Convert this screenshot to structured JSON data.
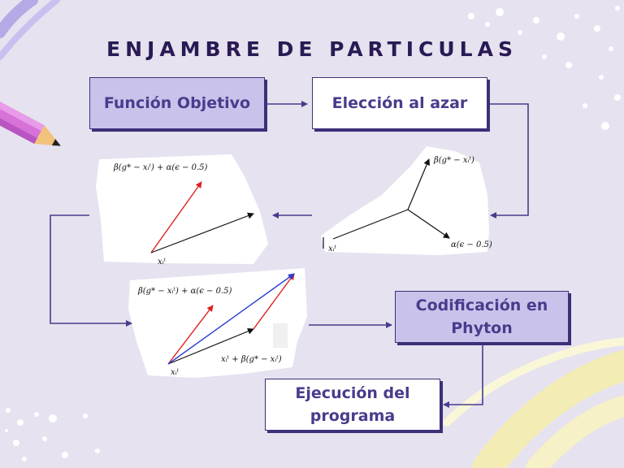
{
  "title": "ENJAMBRE DE PARTICULAS",
  "boxes": {
    "funcion_objetivo": "Función Objetivo",
    "eleccion_azar": "Elección al azar",
    "codificacion_line1": "Codificación en",
    "codificacion_line2": "Phyton",
    "ejecucion_line1": "Ejecución del",
    "ejecucion_line2": "programa"
  },
  "figures": {
    "fig1": {
      "label_top": "β(g* − xᵢᵗ) + α(ϵ − 0.5)",
      "label_origin": "xᵢᵗ"
    },
    "fig2": {
      "label_beta": "β(g* − xᵢᵗ)",
      "label_alpha": "α(ϵ − 0.5)",
      "label_origin": "xᵢᵗ"
    },
    "fig3": {
      "label_top": "β(g* − xᵢᵗ) + α(ϵ − 0.5)",
      "label_origin": "xᵢᵗ",
      "label_sum": "xᵢᵗ + β(g* − xᵢᵗ)"
    }
  },
  "colors": {
    "accent": "#4a3b8c",
    "fill": "#c9c3eb",
    "title": "#2a1a54",
    "connector": "#4a3b8c"
  }
}
